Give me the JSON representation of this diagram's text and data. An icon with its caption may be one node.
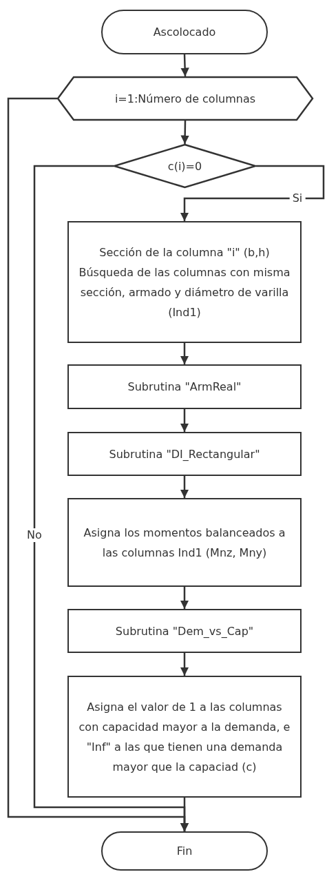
{
  "diagram": {
    "nodes": [
      {
        "text": [
          "Ascolocado"
        ]
      },
      {
        "text": [
          "i=1:Número de columnas"
        ]
      },
      {
        "text": [
          "c(i)=0"
        ]
      },
      {
        "text": [
          "Sección de la columna \"i\" (b,h) Búsqueda de las columnas con misma sección, armado y diámetro de varilla (Ind1)"
        ]
      },
      {
        "text": [
          "Subrutina \"ArmReal\""
        ]
      },
      {
        "text": [
          "Subrutina \"DI_Rectangular\""
        ]
      },
      {
        "text": [
          "Asigna los momentos balanceados a las columnas Ind1 (Mnz, Mny)"
        ]
      },
      {
        "text": [
          "Subrutina \"Dem_vs_Cap\""
        ]
      },
      {
        "text": [
          "Asigna el valor de 1 a las columnas con capacidad mayor a la demanda, e \"Inf\" a las que tienen una demanda mayor que la capaciad (c)"
        ]
      },
      {
        "text": [
          "Fin"
        ]
      }
    ],
    "edges": [
      {
        "from": 0,
        "to": 1,
        "arrow": "to"
      },
      {
        "from": 1,
        "to": 2,
        "arrow": "to"
      },
      {
        "from": 2,
        "to": 3,
        "arrow": "to",
        "label": "Si"
      },
      {
        "from": 3,
        "to": 4,
        "arrow": "to"
      },
      {
        "from": 4,
        "to": 5,
        "arrow": "to"
      },
      {
        "from": 5,
        "to": 6,
        "arrow": "to"
      },
      {
        "from": 6,
        "to": 7,
        "arrow": "to"
      },
      {
        "from": 7,
        "to": 8,
        "arrow": "to"
      },
      {
        "from": 8,
        "to": 9,
        "arrow": "to"
      },
      {
        "from": 2,
        "to": 9,
        "arrow": "to",
        "label": "No"
      },
      {
        "from": 1,
        "to": 9,
        "arrow": "to"
      }
    ]
  }
}
